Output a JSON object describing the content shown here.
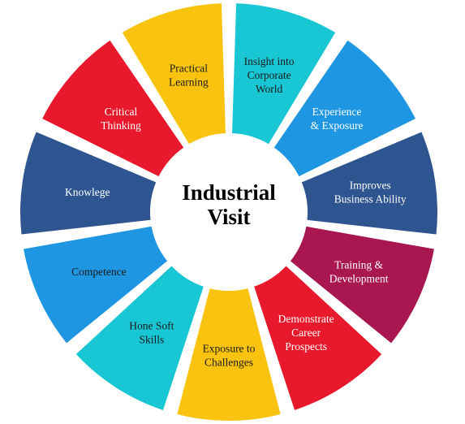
{
  "center": {
    "title_line1": "Industrial",
    "title_line2": "Visit"
  },
  "segments": [
    {
      "label_lines": [
        "Insight into",
        "Corporate",
        "World"
      ],
      "color": "#19c6d4",
      "text_color": "#1a1a1a"
    },
    {
      "label_lines": [
        "Experience",
        "& Exposure"
      ],
      "color": "#1e96e2",
      "text_color": "#ffffff"
    },
    {
      "label_lines": [
        "Improves",
        "Business Ability"
      ],
      "color": "#2f5591",
      "text_color": "#ffffff"
    },
    {
      "label_lines": [
        "Training &",
        "Development"
      ],
      "color": "#a8174f",
      "text_color": "#ffffff"
    },
    {
      "label_lines": [
        "Demonstrate",
        "Career",
        "Prospects"
      ],
      "color": "#e8192c",
      "text_color": "#ffffff"
    },
    {
      "label_lines": [
        "Exposure to",
        "Challenges"
      ],
      "color": "#f9c30f",
      "text_color": "#1a1a1a"
    },
    {
      "label_lines": [
        "Hone Soft",
        "Skills"
      ],
      "color": "#19c6d4",
      "text_color": "#1a1a1a"
    },
    {
      "label_lines": [
        "Competence"
      ],
      "color": "#1e96e2",
      "text_color": "#1a1a1a"
    },
    {
      "label_lines": [
        "Knowlege"
      ],
      "color": "#2f5591",
      "text_color": "#ffffff"
    },
    {
      "label_lines": [
        "Critical",
        "Thinking"
      ],
      "color": "#e8192c",
      "text_color": "#ffffff"
    },
    {
      "label_lines": [
        "Practical",
        "Learning"
      ],
      "color": "#f9c30f",
      "text_color": "#1a1a1a"
    }
  ]
}
